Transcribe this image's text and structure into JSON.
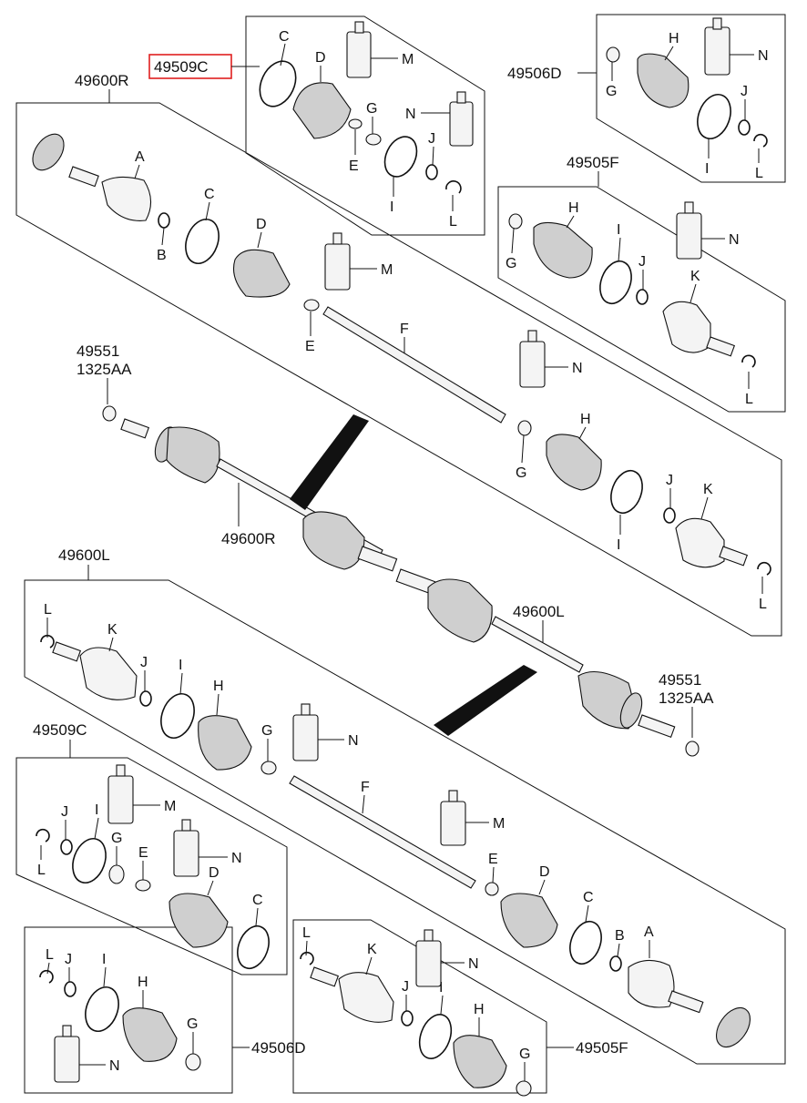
{
  "diagram": {
    "highlight_code": "49509C",
    "labels": {
      "k_49509C_top": "49509C",
      "k_49600R_top": "49600R",
      "k_49506D_top": "49506D",
      "k_49505F_top": "49505F",
      "k_49551_upper": "49551",
      "k_1325AA_upper": "1325AA",
      "k_49600R_mid": "49600R",
      "k_49600L_left": "49600L",
      "k_49600L_mid": "49600L",
      "k_49551_lower": "49551",
      "k_1325AA_lower": "1325AA",
      "k_49509C_bot": "49509C",
      "k_49506D_bot": "49506D",
      "k_49505F_bot": "49505F"
    },
    "part_letters": {
      "A": "A",
      "B": "B",
      "C": "C",
      "D": "D",
      "E": "E",
      "F": "F",
      "G": "G",
      "H": "H",
      "I": "I",
      "J": "J",
      "K": "K",
      "L": "L",
      "M": "M",
      "N": "N"
    }
  }
}
